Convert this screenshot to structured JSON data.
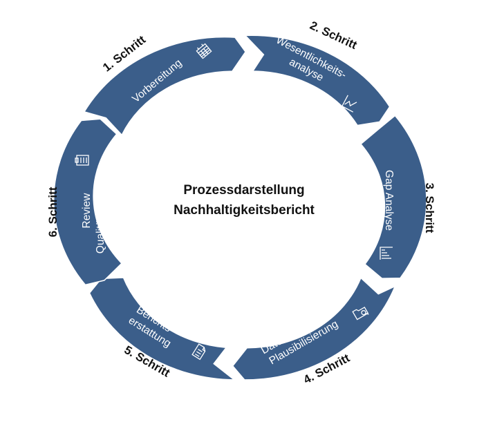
{
  "center": {
    "line1": "Prozessdarstellung",
    "line2": "Nachhaltigkeitsbericht"
  },
  "segment_color": "#3B5E8A",
  "steps": [
    {
      "label": "1. Schritt",
      "lines": [
        "Vorbereitung"
      ],
      "icon": "calendar-icon"
    },
    {
      "label": "2. Schritt",
      "lines": [
        "Wesentlichkeits-",
        "analyse"
      ],
      "icon": "line-chart-icon"
    },
    {
      "label": "3. Schritt",
      "lines": [
        "Gap Analyse"
      ],
      "icon": "bar-chart-icon"
    },
    {
      "label": "4. Schritt",
      "lines": [
        "Datensammlung",
        "Plausibilisierung"
      ],
      "icon": "folder-search-icon"
    },
    {
      "label": "5. Schritt",
      "lines": [
        "Berichts-",
        "erstattung"
      ],
      "icon": "document-icon"
    },
    {
      "label": "6. Schritt",
      "lines": [
        "Review",
        "Qualitätssicherung"
      ],
      "icon": "clipboard-icon"
    }
  ]
}
